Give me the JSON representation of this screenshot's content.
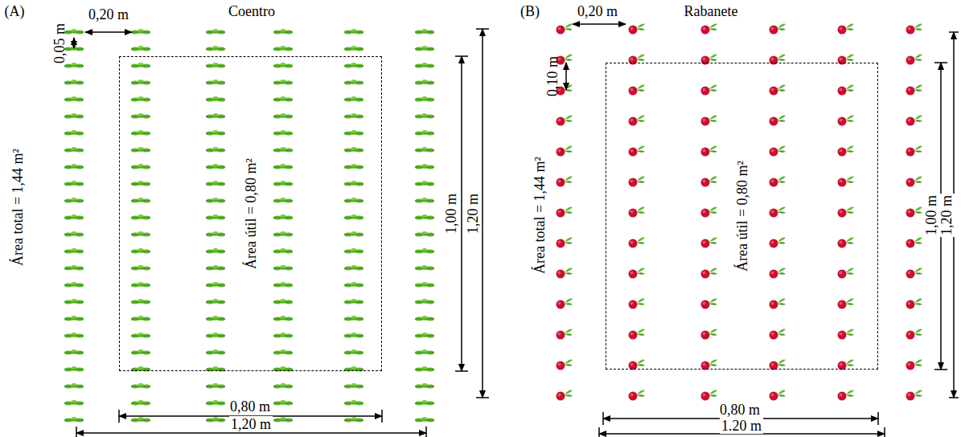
{
  "diagram": {
    "nodes": [
      {
        "text": [
          "Área útil = 0,80 m²"
        ]
      },
      {
        "text": [
          "Área útil = 0,80 m²"
        ]
      }
    ],
    "labels": [
      "(A)",
      "0,20 m",
      "Coentro",
      "0,05 m",
      "Área total = 1,44 m²",
      "1,00 m",
      "1,20 m",
      "0,80 m",
      "1,20 m",
      "(B)",
      "0,20 m",
      "Rabanete",
      "0,10 m",
      "Área total = 1,44 m²",
      "1,00 m",
      "1,20 m",
      "0,80 m",
      "1.20 m"
    ]
  }
}
